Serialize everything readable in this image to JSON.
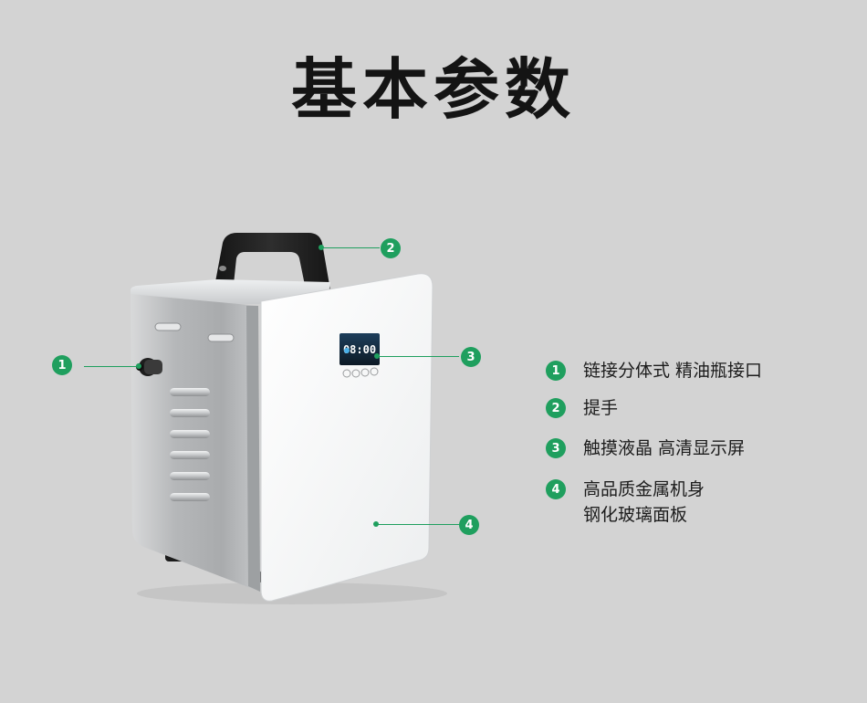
{
  "title": "基本参数",
  "callouts": [
    "1",
    "2",
    "3",
    "4"
  ],
  "features": [
    {
      "number": "1",
      "lines": [
        "链接分体式 精油瓶接口"
      ]
    },
    {
      "number": "2",
      "lines": [
        "提手"
      ]
    },
    {
      "number": "3",
      "lines": [
        "触摸液晶 高清显示屏"
      ]
    },
    {
      "number": "4",
      "lines": [
        "高品质金属机身",
        "钢化玻璃面板"
      ]
    }
  ],
  "display": {
    "time": "08:00"
  },
  "colors": {
    "background": "#d3d3d3",
    "accent_green": "#1f9f5e",
    "title": "#141414",
    "handle": "#1e1e1e",
    "steel": "#b9bbbd",
    "panel": "#f4f5f6"
  }
}
